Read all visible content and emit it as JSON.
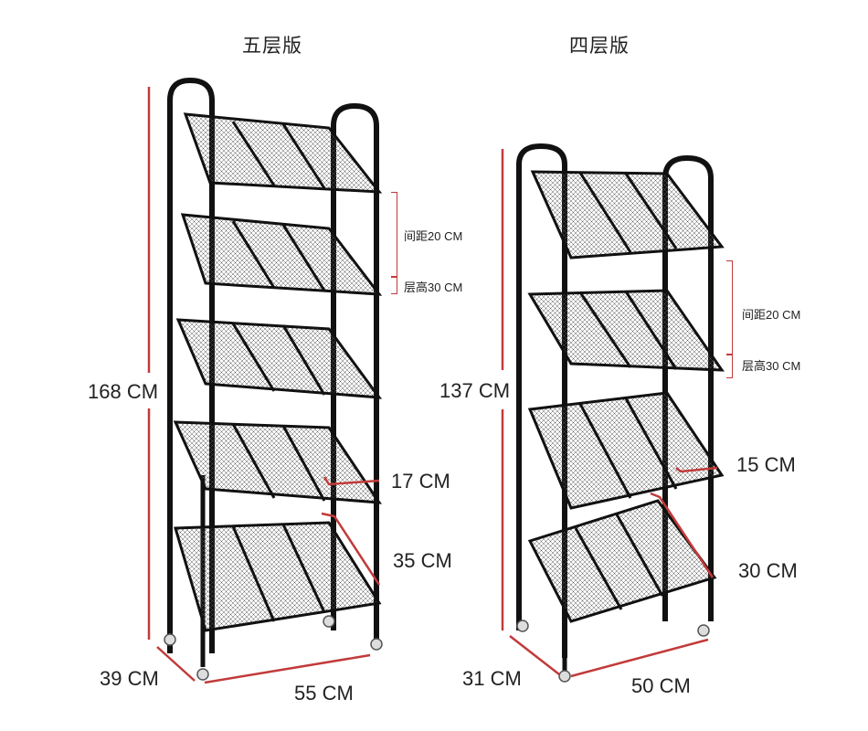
{
  "products": [
    {
      "title": "五层版",
      "height": "168 CM",
      "depth": "39 CM",
      "width": "55 CM",
      "spacing": "间距20 CM",
      "layer_height": "层高30 CM",
      "lip": "17 CM",
      "basket": "35 CM"
    },
    {
      "title": "四层版",
      "height": "137 CM",
      "depth": "31 CM",
      "width": "50 CM",
      "spacing": "间距20 CM",
      "layer_height": "层高30 CM",
      "lip": "15 CM",
      "basket": "30 CM"
    }
  ],
  "colors": {
    "frame": "#111111",
    "dimension": "#c23a3a",
    "mesh": "#333333"
  }
}
